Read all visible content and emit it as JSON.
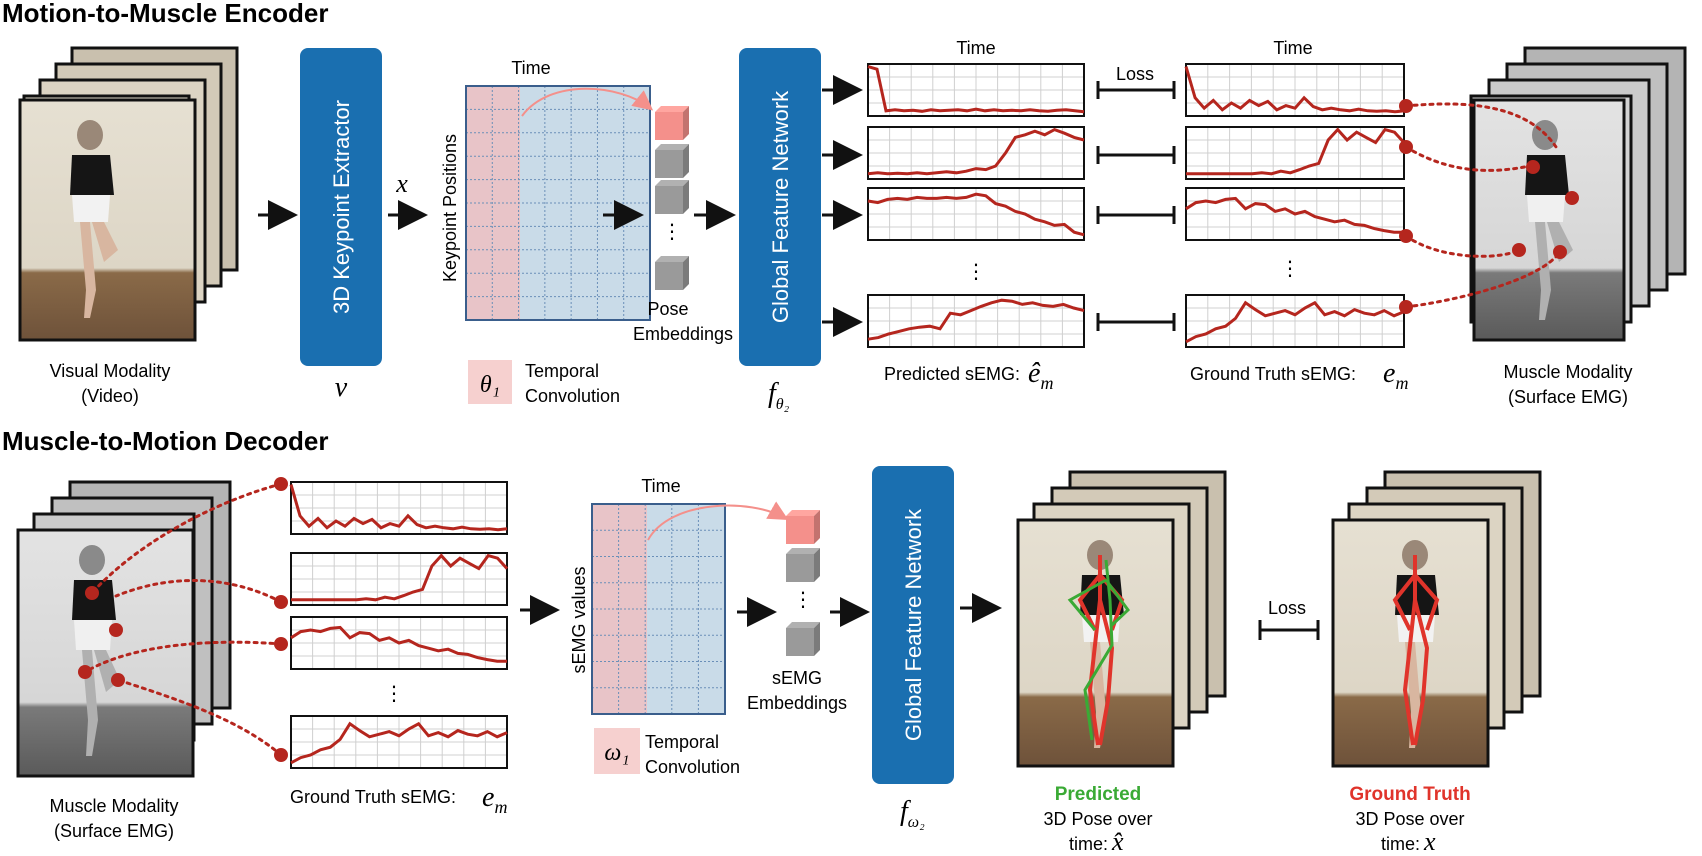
{
  "encoder": {
    "title": "Motion-to-Muscle Encoder",
    "visual_caption": [
      "Visual Modality",
      "(Video)"
    ],
    "keypoint_extractor_label": "3D Keypoint Extractor",
    "keypoint_extractor_symbol": "v",
    "x_symbol": "x",
    "time_label": "Time",
    "keypoint_axis_label": "Keypoint Positions",
    "theta1_symbol": "θ₁",
    "temporal_conv_caption": [
      "Temporal",
      "Convolution"
    ],
    "pose_embed_caption": [
      "Pose",
      "Embeddings"
    ],
    "gfn_label": "Global Feature Network",
    "gfn_symbol": "f",
    "gfn_subscript": "θ₂",
    "pred_time_label": "Time",
    "gt_time_label": "Time",
    "loss_label": "Loss",
    "pred_caption": "Predicted sEMG:",
    "pred_symbol": "ê",
    "pred_subscript": "m",
    "gt_caption": "Ground Truth sEMG:",
    "gt_symbol": "e",
    "gt_subscript": "m",
    "muscle_caption": [
      "Muscle Modality",
      "(Surface EMG)"
    ]
  },
  "decoder": {
    "title": "Muscle-to-Motion Decoder",
    "muscle_caption": [
      "Muscle Modality",
      "(Surface EMG)"
    ],
    "gt_caption": "Ground Truth sEMG:",
    "gt_symbol": "e",
    "gt_subscript": "m",
    "time_label": "Time",
    "semg_axis_label": "sEMG values",
    "omega1_symbol": "ω₁",
    "temporal_conv_caption": [
      "Temporal",
      "Convolution"
    ],
    "semg_embed_caption": [
      "sEMG",
      "Embeddings"
    ],
    "gfn_label": "Global Feature Network",
    "gfn_symbol": "f",
    "gfn_subscript": "ω₂",
    "loss_label": "Loss",
    "predicted_label": "Predicted",
    "predicted_caption": [
      "3D Pose over",
      "time:"
    ],
    "predicted_symbol": "x̂",
    "gt_label": "Ground Truth",
    "gt_pose_caption": [
      "3D Pose over",
      "time:"
    ],
    "gt_pose_symbol": "x"
  },
  "colors": {
    "block_blue": "#1a6fb0",
    "signal_red": "#b5261e",
    "grid_pink": "#e8c4c8",
    "grid_blue": "#c9dbe8",
    "embed_red": "#f4908b",
    "embed_gray": "#9a9a9a",
    "predicted_green": "#3aaa35",
    "gt_red": "#e0342b"
  },
  "signals": {
    "s1": [
      0.95,
      0.9,
      0.1,
      0.12,
      0.1,
      0.11,
      0.09,
      0.12,
      0.1,
      0.11,
      0.12,
      0.1,
      0.13,
      0.1,
      0.12,
      0.1,
      0.11,
      0.1,
      0.12,
      0.1,
      0.09,
      0.11,
      0.12,
      0.1,
      0.08
    ],
    "s1gt": [
      0.95,
      0.35,
      0.15,
      0.3,
      0.12,
      0.25,
      0.15,
      0.3,
      0.2,
      0.28,
      0.12,
      0.2,
      0.15,
      0.35,
      0.18,
      0.12,
      0.15,
      0.12,
      0.1,
      0.13,
      0.1,
      0.09,
      0.1,
      0.08,
      0.1
    ],
    "s2": [
      0.1,
      0.12,
      0.1,
      0.11,
      0.1,
      0.12,
      0.1,
      0.12,
      0.14,
      0.12,
      0.15,
      0.2,
      0.18,
      0.25,
      0.5,
      0.8,
      0.85,
      0.92,
      0.85,
      0.95,
      0.88,
      0.8,
      0.75
    ],
    "s2gt": [
      0.1,
      0.1,
      0.1,
      0.1,
      0.1,
      0.1,
      0.1,
      0.1,
      0.12,
      0.1,
      0.15,
      0.12,
      0.18,
      0.25,
      0.3,
      0.75,
      0.95,
      0.75,
      0.9,
      0.8,
      0.7,
      0.95,
      0.9,
      0.7
    ],
    "s3": [
      0.75,
      0.72,
      0.78,
      0.8,
      0.78,
      0.82,
      0.8,
      0.8,
      0.82,
      0.8,
      0.82,
      0.88,
      0.85,
      0.7,
      0.65,
      0.55,
      0.5,
      0.4,
      0.35,
      0.28,
      0.3,
      0.15,
      0.1
    ],
    "s3gt": [
      0.6,
      0.72,
      0.75,
      0.72,
      0.78,
      0.8,
      0.6,
      0.7,
      0.68,
      0.55,
      0.6,
      0.5,
      0.55,
      0.45,
      0.4,
      0.35,
      0.38,
      0.3,
      0.28,
      0.22,
      0.18,
      0.15,
      0.15
    ],
    "s4": [
      0.15,
      0.18,
      0.25,
      0.3,
      0.35,
      0.38,
      0.4,
      0.35,
      0.65,
      0.62,
      0.7,
      0.78,
      0.85,
      0.9,
      0.88,
      0.82,
      0.85,
      0.8,
      0.78,
      0.82,
      0.75,
      0.7
    ],
    "s4gt": [
      0.1,
      0.2,
      0.25,
      0.35,
      0.4,
      0.55,
      0.85,
      0.72,
      0.6,
      0.65,
      0.7,
      0.62,
      0.75,
      0.85,
      0.62,
      0.68,
      0.6,
      0.72,
      0.65,
      0.62,
      0.7,
      0.6,
      0.68
    ]
  }
}
